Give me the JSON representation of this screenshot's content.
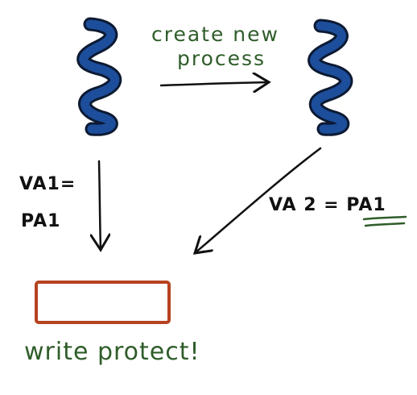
{
  "labels": {
    "create_line1": "create new",
    "create_line2": "process",
    "va1_line1": "VA1=",
    "va1_line2": "PA1",
    "va2": "VA 2 = PA1",
    "write_protect": "write protect!"
  },
  "colors": {
    "thread": "#1d4e9c",
    "thread_outline": "#0c1a33",
    "box": "#b5431f",
    "annotation": "#2f5d2a",
    "ink": "#111111"
  },
  "icons": {
    "thread_left": "squiggle-thread-icon",
    "thread_right": "squiggle-thread-icon"
  }
}
